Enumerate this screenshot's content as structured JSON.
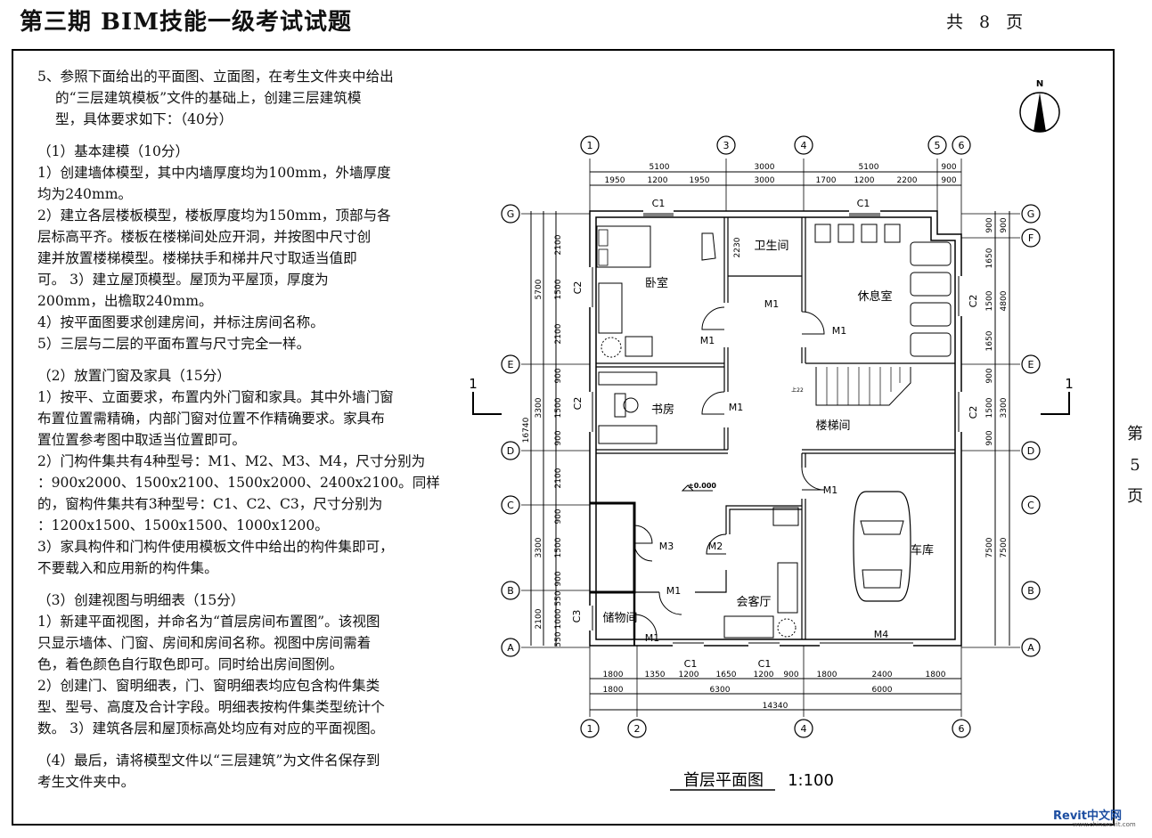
{
  "header": {
    "title": "第三期 BIM技能一级考试试题",
    "total_pages": "共 8 页"
  },
  "side_page": [
    "第",
    "5",
    "页"
  ],
  "question": {
    "intro": [
      "5、参照下面给出的平面图、立面图，在考生文件夹中给出",
      "的“三层建筑模板”文件的基础上，创建三层建筑模",
      "型，具体要求如下：（40分）"
    ],
    "s1_title": "（1）基本建模（10分）",
    "s1": [
      "1）创建墙体模型，其中内墙厚度均为100mm，外墙厚度",
      "均为240mm。",
      "2）建立各层楼板模型，楼板厚度均为150mm，顶部与各",
      "层标高平齐。楼板在楼梯间处应开洞，并按图中尺寸创",
      "建并放置楼梯模型。楼梯扶手和梯井尺寸取适当值即",
      "可。 3）建立屋顶模型。屋顶为平屋顶，厚度为",
      "200mm，出檐取240mm。",
      "4）按平面图要求创建房间，并标注房间名称。",
      "5）三层与二层的平面布置与尺寸完全一样。"
    ],
    "s2_title": "（2）放置门窗及家具（15分）",
    "s2": [
      "1）按平、立面要求，布置内外门窗和家具。其中外墙门窗",
      "布置位置需精确，内部门窗对位置不作精确要求。家具布",
      "置位置参考图中取适当位置即可。",
      "2）门构件集共有4种型号：M1、M2、M3、M4，尺寸分别为",
      "：900x2000、1500x2100、1500x2000、2400x2100。同样",
      "的，窗构件集共有3种型号：C1、C2、C3，尺寸分别为",
      "：1200x1500、1500x1500、1000x1200。",
      "3）家具构件和门构件使用模板文件中给出的构件集即可，",
      "不要载入和应用新的构件集。"
    ],
    "s3_title": "（3）创建视图与明细表（15分）",
    "s3": [
      "1）新建平面视图，并命名为“首层房间布置图”。该视图",
      "只显示墙体、门窗、房间和房间名称。视图中房间需着",
      "色，着色颜色自行取色即可。同时给出房间图例。",
      "2）创建门、窗明细表，门、窗明细表均应包含构件集类",
      "型、型号、高度及合计字段。明细表按构件集类型统计个",
      "数。 3）建筑各层和屋顶标高处均应有对应的平面视图。"
    ],
    "s4": [
      "（4）最后，请将模型文件以“三层建筑”为文件名保存到",
      "考生文件夹中。"
    ]
  },
  "plan": {
    "caption": "首层平面图",
    "scale": "1:100",
    "north": "N",
    "section_mark": "1",
    "grid_top": [
      "1",
      "3",
      "4",
      "5",
      "6"
    ],
    "grid_bottom": [
      "1",
      "2",
      "4",
      "6"
    ],
    "grid_side": [
      "G",
      "F",
      "E",
      "D",
      "C",
      "B",
      "A"
    ],
    "top_dims_1": [
      "5100",
      "3000",
      "5100",
      "900"
    ],
    "top_dims_2": [
      "1950",
      "1200",
      "1950",
      "3000",
      "1700",
      "1200",
      "2200",
      "900"
    ],
    "bot_dims_1": [
      "1800",
      "1350",
      "1200",
      "1650",
      "1200",
      "900",
      "1800",
      "2400",
      "1800"
    ],
    "bot_dims_2": [
      "1800",
      "6300",
      "6000"
    ],
    "bot_total": "14340",
    "left_dims_1": [
      "5700",
      "3300",
      "3300",
      "2100"
    ],
    "left_total": "16740",
    "left_dims_2": [
      "2100",
      "1500",
      "2100",
      "900",
      "1500",
      "900",
      "2100",
      "900",
      "1500",
      "900",
      "550",
      "1000",
      "550"
    ],
    "right_dims_1": [
      "900",
      "4800",
      "3300",
      "7500"
    ],
    "right_dims_2": [
      "900",
      "1650",
      "1500",
      "1650",
      "900",
      "1500",
      "900",
      "7500"
    ],
    "rooms": [
      "卧室",
      "卫生间",
      "休息室",
      "书房",
      "楼梯间",
      "会客厅",
      "车库",
      "储物间"
    ],
    "stair_note": "上22",
    "level": "±0.000",
    "dim_2230": "2230",
    "doors": [
      "M1",
      "M2",
      "M3",
      "M4"
    ],
    "windows": [
      "C1",
      "C2",
      "C3"
    ]
  },
  "logo": {
    "brand": "Revit中文网",
    "url": "www.chinarevit.com"
  }
}
